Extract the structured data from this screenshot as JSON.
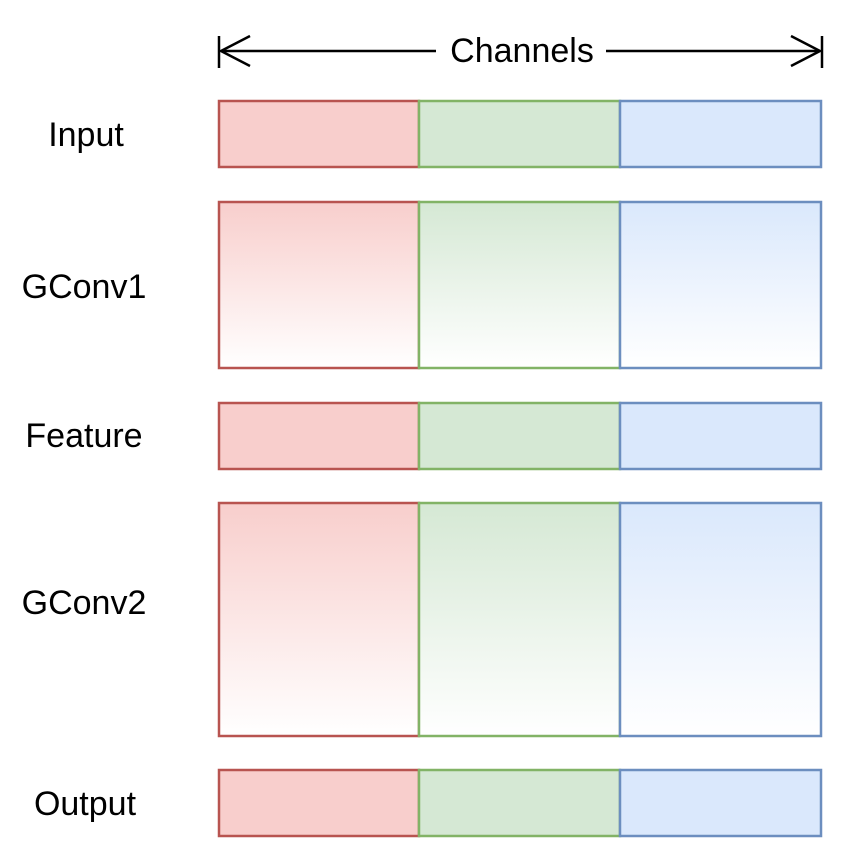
{
  "axis": {
    "label": "Channels"
  },
  "groups": [
    {
      "name": "red",
      "stroke": "#b85450",
      "fill": "#f8cecc"
    },
    {
      "name": "green",
      "stroke": "#82b366",
      "fill": "#d5e8d4"
    },
    {
      "name": "blue",
      "stroke": "#6c8ebf",
      "fill": "#dae8fc"
    }
  ],
  "rows": [
    {
      "label": "Input",
      "style": "solid"
    },
    {
      "label": "GConv1",
      "style": "gradient"
    },
    {
      "label": "Feature",
      "style": "solid"
    },
    {
      "label": "GConv2",
      "style": "gradient"
    },
    {
      "label": "Output",
      "style": "solid"
    }
  ]
}
